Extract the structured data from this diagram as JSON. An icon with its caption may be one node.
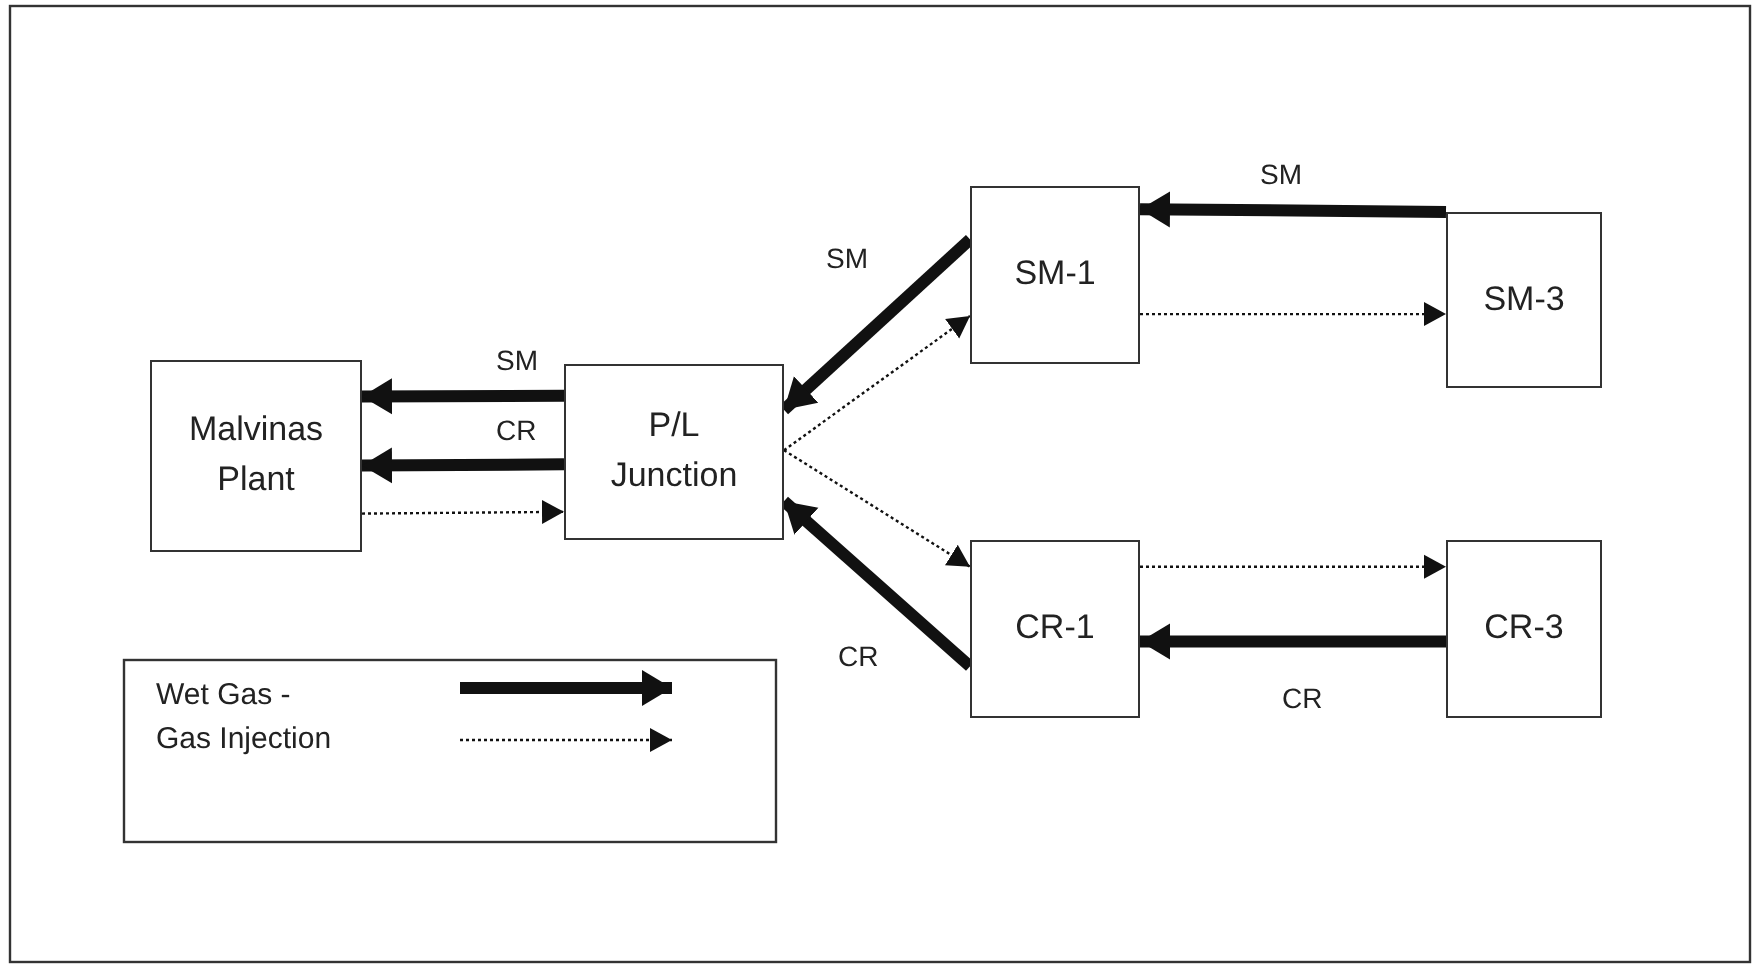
{
  "diagram": {
    "nodes": [
      {
        "text": [
          "Malvinas Plant"
        ]
      },
      {
        "text": [
          "P/L Junction"
        ]
      },
      {
        "text": [
          "SM-1"
        ]
      },
      {
        "text": [
          "SM-3"
        ]
      },
      {
        "text": [
          "CR-1"
        ]
      },
      {
        "text": [
          "CR-3"
        ]
      }
    ],
    "edges": [
      {
        "from": 1,
        "to": 0,
        "arrow": "to",
        "label": "SM"
      },
      {
        "from": 1,
        "to": 0,
        "arrow": "to",
        "label": "CR"
      },
      {
        "from": 0,
        "to": 1,
        "arrow": "to",
        "style": "dashed"
      },
      {
        "from": 2,
        "to": 1,
        "arrow": "to",
        "label": "SM"
      },
      {
        "from": 1,
        "to": 2,
        "arrow": "to",
        "style": "dashed"
      },
      {
        "from": 1,
        "to": 4,
        "arrow": "to",
        "style": "dashed"
      },
      {
        "from": 4,
        "to": 1,
        "arrow": "to",
        "label": "CR"
      },
      {
        "from": 3,
        "to": 2,
        "arrow": "to",
        "label": "SM"
      },
      {
        "from": 2,
        "to": 3,
        "arrow": "to",
        "style": "dashed"
      },
      {
        "from": 4,
        "to": 5,
        "arrow": "to",
        "style": "dashed"
      },
      {
        "from": 5,
        "to": 4,
        "arrow": "to",
        "label": "CR"
      }
    ],
    "legend": [
      {
        "text": "Wet Gas -"
      },
      {
        "text": "Gas Injection"
      }
    ]
  }
}
